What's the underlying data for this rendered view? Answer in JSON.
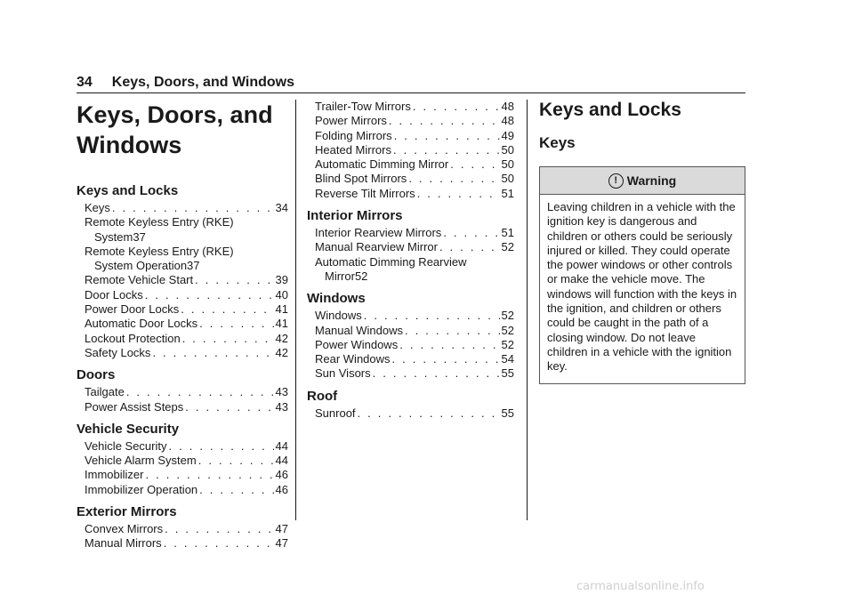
{
  "running_head": {
    "page_number": "34",
    "title": "Keys, Doors, and Windows"
  },
  "chapter_title": "Keys, Doors, and Windows",
  "toc": {
    "col1": [
      {
        "type": "section",
        "title": "Keys and Locks"
      },
      {
        "type": "entry",
        "label": "Keys",
        "page": "34"
      },
      {
        "type": "wrap",
        "label_line1": "Remote Keyless Entry (RKE)",
        "label_line2": "System",
        "page": "37"
      },
      {
        "type": "wrap",
        "label_line1": "Remote Keyless Entry (RKE)",
        "label_line2": "System Operation",
        "page": "37"
      },
      {
        "type": "entry",
        "label": "Remote Vehicle Start",
        "page": "39"
      },
      {
        "type": "entry",
        "label": "Door Locks",
        "page": "40"
      },
      {
        "type": "entry",
        "label": "Power Door Locks",
        "page": "41"
      },
      {
        "type": "entry",
        "label": "Automatic Door Locks",
        "page": "41"
      },
      {
        "type": "entry",
        "label": "Lockout Protection",
        "page": "42"
      },
      {
        "type": "entry",
        "label": "Safety Locks",
        "page": "42"
      },
      {
        "type": "section",
        "title": "Doors"
      },
      {
        "type": "entry",
        "label": "Tailgate",
        "page": "43"
      },
      {
        "type": "entry",
        "label": "Power Assist Steps",
        "page": "43"
      },
      {
        "type": "section",
        "title": "Vehicle Security"
      },
      {
        "type": "entry",
        "label": "Vehicle Security",
        "page": "44"
      },
      {
        "type": "entry",
        "label": "Vehicle Alarm System",
        "page": "44"
      },
      {
        "type": "entry",
        "label": "Immobilizer",
        "page": "46"
      },
      {
        "type": "entry",
        "label": "Immobilizer Operation",
        "page": "46"
      },
      {
        "type": "section",
        "title": "Exterior Mirrors"
      },
      {
        "type": "entry",
        "label": "Convex Mirrors",
        "page": "47"
      },
      {
        "type": "entry",
        "label": "Manual Mirrors",
        "page": "47"
      }
    ],
    "col2": [
      {
        "type": "entry",
        "label": "Trailer-Tow Mirrors",
        "page": "48"
      },
      {
        "type": "entry",
        "label": "Power Mirrors",
        "page": "48"
      },
      {
        "type": "entry",
        "label": "Folding Mirrors",
        "page": "49"
      },
      {
        "type": "entry",
        "label": "Heated Mirrors",
        "page": "50"
      },
      {
        "type": "entry",
        "label": "Automatic Dimming Mirror",
        "page": "50"
      },
      {
        "type": "entry",
        "label": "Blind Spot Mirrors",
        "page": "50"
      },
      {
        "type": "entry",
        "label": "Reverse Tilt Mirrors",
        "page": "51"
      },
      {
        "type": "section",
        "title": "Interior Mirrors"
      },
      {
        "type": "entry",
        "label": "Interior Rearview Mirrors",
        "page": "51"
      },
      {
        "type": "entry",
        "label": "Manual Rearview Mirror",
        "page": "52"
      },
      {
        "type": "wrap",
        "label_line1": "Automatic Dimming Rearview",
        "label_line2": "Mirror",
        "page": "52"
      },
      {
        "type": "section",
        "title": "Windows"
      },
      {
        "type": "entry",
        "label": "Windows",
        "page": "52"
      },
      {
        "type": "entry",
        "label": "Manual Windows",
        "page": "52"
      },
      {
        "type": "entry",
        "label": "Power Windows",
        "page": "52"
      },
      {
        "type": "entry",
        "label": "Rear Windows",
        "page": "54"
      },
      {
        "type": "entry",
        "label": "Sun Visors",
        "page": "55"
      },
      {
        "type": "section",
        "title": "Roof"
      },
      {
        "type": "entry",
        "label": "Sunroof",
        "page": "55"
      }
    ]
  },
  "body": {
    "heading": "Keys and Locks",
    "subheading": "Keys",
    "warning": {
      "title": "Warning",
      "icon": "warning-circle-icon",
      "text": "Leaving children in a vehicle with the ignition key is dangerous and children or others could be seriously injured or killed. They could operate the power windows or other controls or make the vehicle move. The windows will function with the keys in the ignition, and children or others could be caught in the path of a closing window. Do not leave children in a vehicle with the ignition key."
    }
  },
  "watermark": "carmanualsonline.info"
}
